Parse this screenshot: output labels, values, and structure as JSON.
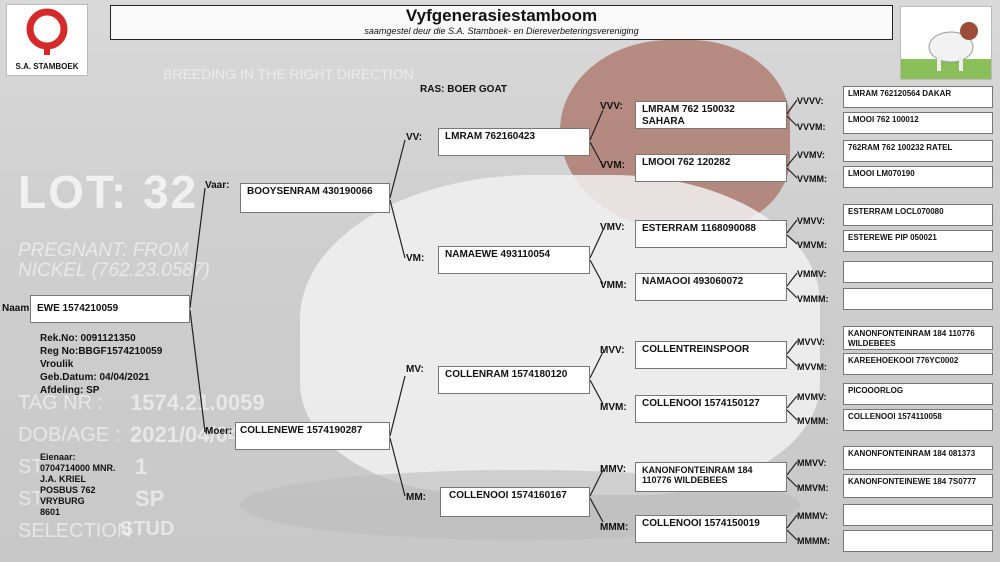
{
  "header": {
    "title": "Vyfgenerasiestamboom",
    "subtitle": "saamgestel deur die S.A. Stamboek- en Diereverbeteringsvereniging",
    "logo_text": "S.A. STAMBOEK"
  },
  "overlay": {
    "tagline": "BREEDING IN THE RIGHT DIRECTION",
    "lot": "LOT: 32",
    "pregnant_line1": "PREGNANT: FROM",
    "pregnant_line2": "NICKEL (762.23.0587)",
    "tag_label": "TAG NR :",
    "tag_value": "1574.21.0059",
    "dob_label": "DOB/AGE :",
    "dob_value": "2021/04/04",
    "st_label": "ST",
    "st_value": "1",
    "stock_label": "ST",
    "stock_value": "SP",
    "selection_label": "SELECTION",
    "selection_value": "STUD"
  },
  "animal": {
    "ras": "RAS: BOER GOAT",
    "naam_label": "Naam:",
    "naam": "EWE 1574210059",
    "rek": "Rek.No: 0091121350",
    "reg": "Reg No:BBGF1574210059",
    "sex": "Vroulik",
    "geb": "Geb.Datum: 04/04/2021",
    "afdeling": "Afdeling: SP",
    "eienaar": [
      "Eienaar:",
      "0704714000 MNR.",
      "J.A. KRIEL",
      "POSBUS 762",
      "VRYBURG",
      "8601"
    ]
  },
  "gen1": {
    "vaar_label": "Vaar:",
    "vaar": "BOOYSENRAM 430190066",
    "moer_label": "Moer:",
    "moer": "COLLENEWE 1574190287"
  },
  "gen2": [
    {
      "label": "VV:",
      "name": "LMRAM 762160423"
    },
    {
      "label": "VM:",
      "name": "NAMAEWE 493110054"
    },
    {
      "label": "MV:",
      "name": "COLLENRAM 1574180120"
    },
    {
      "label": "MM:",
      "name": "COLLENOOI 1574160167"
    }
  ],
  "gen3": [
    {
      "label": "VVV:",
      "name": "LMRAM 762 150032 SAHARA"
    },
    {
      "label": "VVM:",
      "name": "LMOOI 762 120282"
    },
    {
      "label": "VMV:",
      "name": "ESTERRAM 1168090088"
    },
    {
      "label": "VMM:",
      "name": "NAMAOOI 493060072"
    },
    {
      "label": "MVV:",
      "name": "COLLENTREINSPOOR"
    },
    {
      "label": "MVM:",
      "name": "COLLENOOI 1574150127"
    },
    {
      "label": "MMV:",
      "name": "KANONFONTEINRAM 184 110776 WILDEBEES"
    },
    {
      "label": "MMM:",
      "name": "COLLENOOI 1574150019"
    }
  ],
  "gen4": [
    {
      "label": "VVVV:",
      "name": "LMRAM 762120564 DAKAR"
    },
    {
      "label": "VVVM:",
      "name": "LMOOI 762 100012"
    },
    {
      "label": "VVMV:",
      "name": "762RAM 762 100232 RATEL"
    },
    {
      "label": "VVMM:",
      "name": "LMOOI LM070190"
    },
    {
      "label": "VMVV:",
      "name": "ESTERRAM LOCL070080"
    },
    {
      "label": "VMVM:",
      "name": "ESTEREWE PIP 050021"
    },
    {
      "label": "VMMV:",
      "name": ""
    },
    {
      "label": "VMMM:",
      "name": ""
    },
    {
      "label": "MVVV:",
      "name": "KANONFONTEINRAM 184 110776 WILDEBEES"
    },
    {
      "label": "MVVM:",
      "name": "KAREEHOEKOOI 776YC0002"
    },
    {
      "label": "MVMV:",
      "name": "PICOOORLOG"
    },
    {
      "label": "MVMM:",
      "name": "COLLENOOI 1574110058"
    },
    {
      "label": "MMVV:",
      "name": "KANONFONTEINRAM 184 081373"
    },
    {
      "label": "MMVM:",
      "name": "KANONFONTEINEWE 184 7S0777"
    },
    {
      "label": "MMMV:",
      "name": ""
    },
    {
      "label": "MMMM:",
      "name": ""
    }
  ],
  "colors": {
    "logo_red": "#d62a2a",
    "goat_brown": "#9b4d3a"
  }
}
